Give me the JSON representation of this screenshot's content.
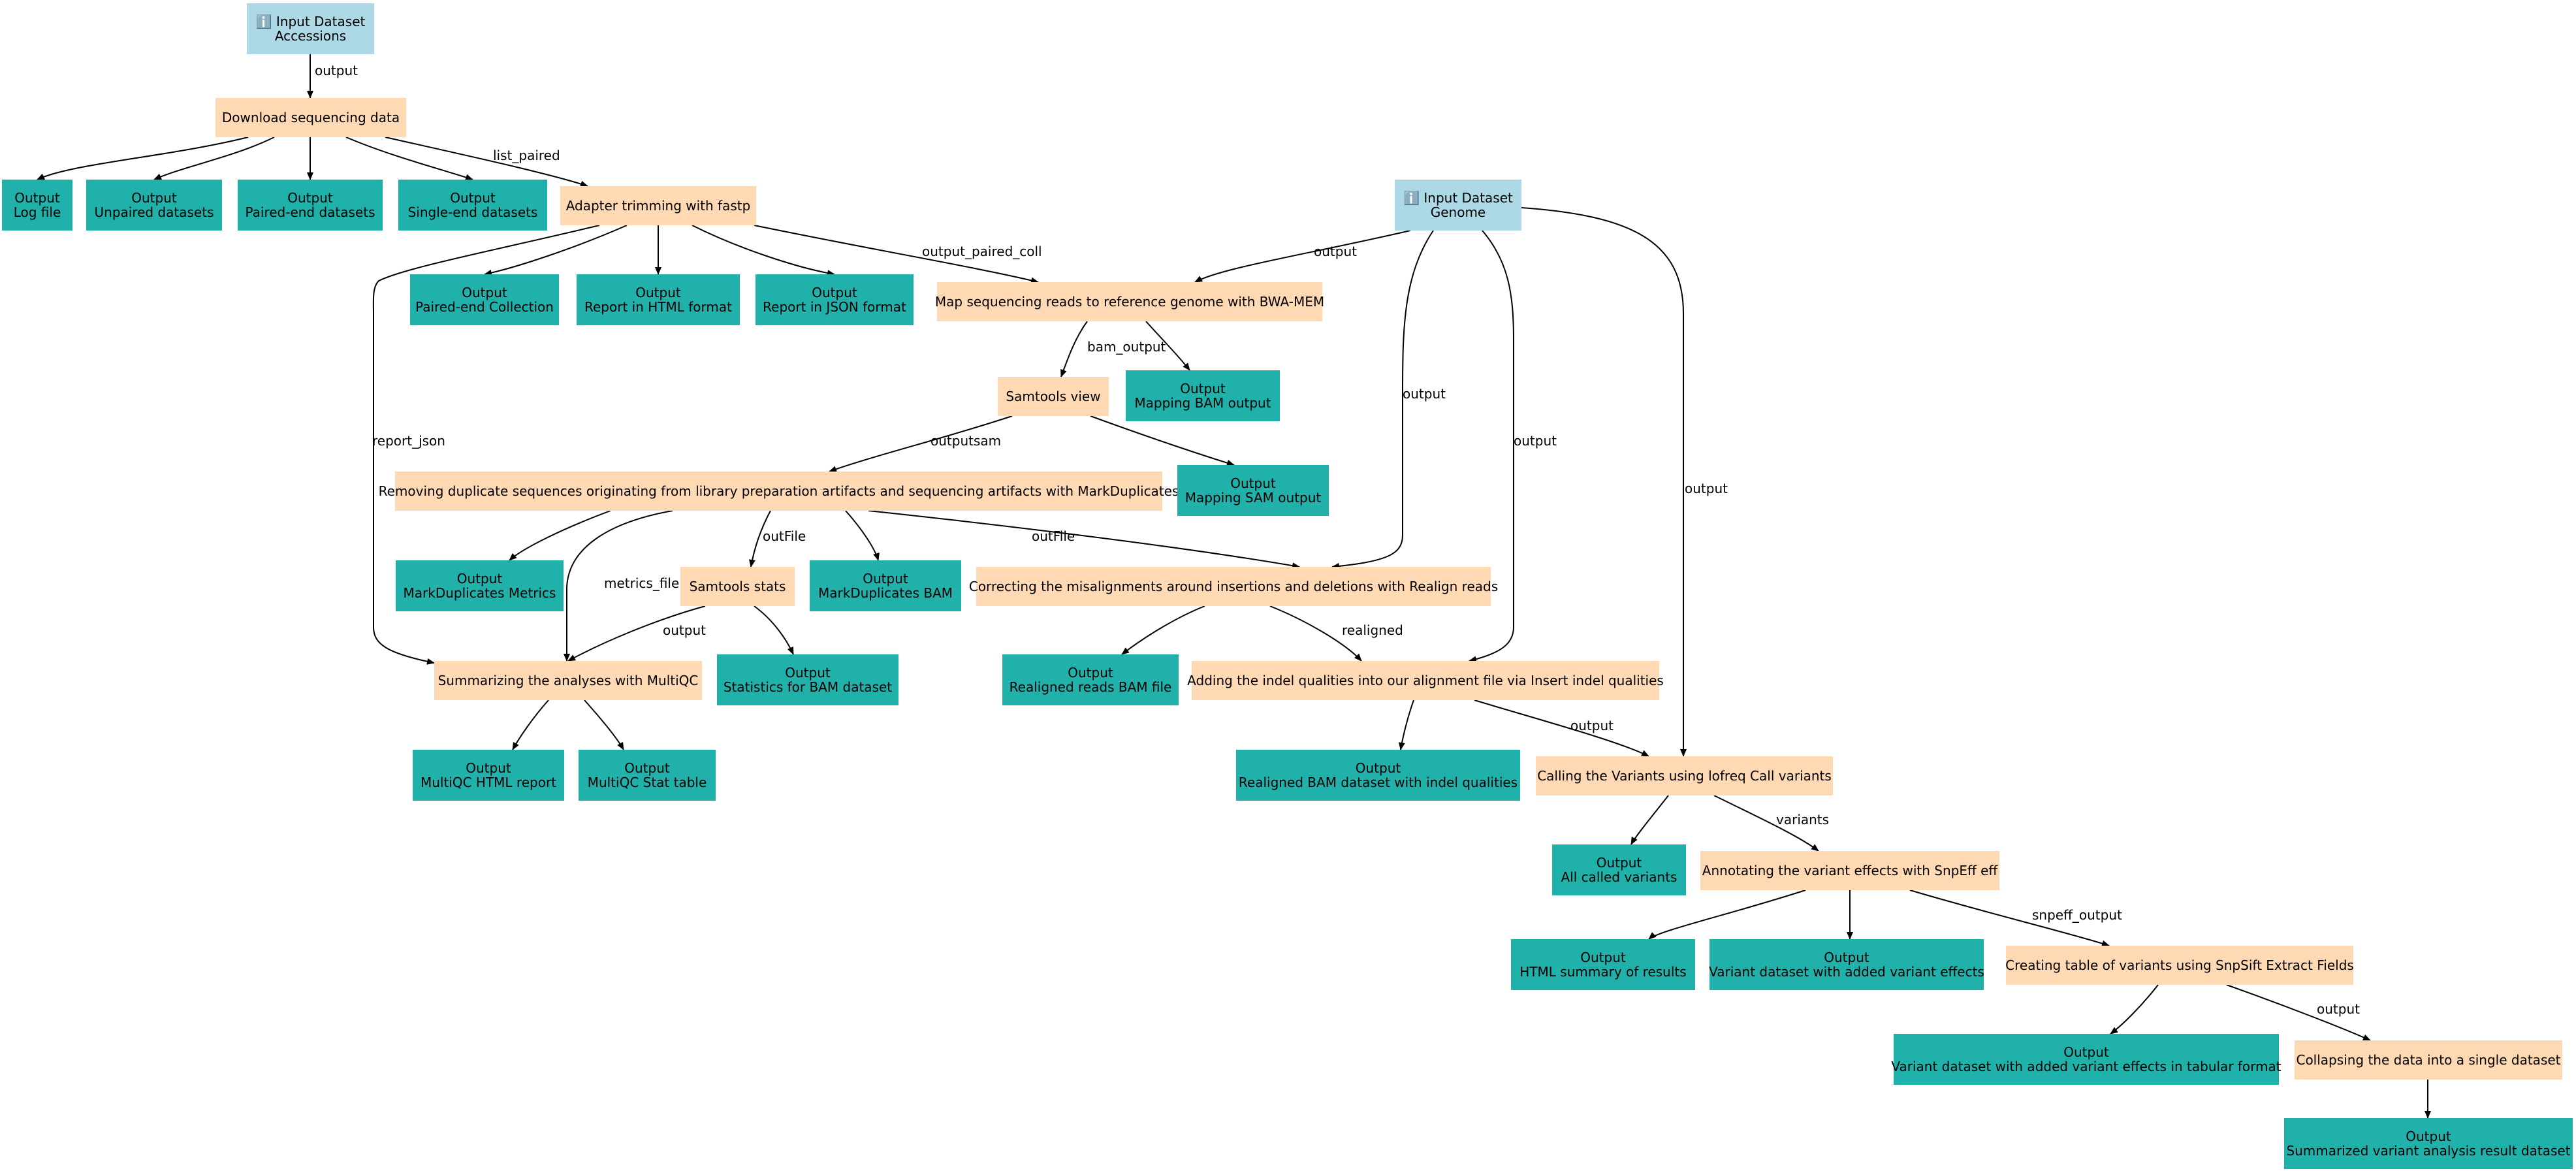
{
  "diagram": {
    "nodes": [
      {
        "id": "in_acc",
        "kind": "input",
        "lines": [
          "ℹ️ Input Dataset",
          "Accessions"
        ]
      },
      {
        "id": "download",
        "kind": "step",
        "lines": [
          "Download sequencing data"
        ]
      },
      {
        "id": "out_log",
        "kind": "output",
        "lines": [
          "Output",
          "Log file"
        ]
      },
      {
        "id": "out_unpaired",
        "kind": "output",
        "lines": [
          "Output",
          "Unpaired datasets"
        ]
      },
      {
        "id": "out_paired",
        "kind": "output",
        "lines": [
          "Output",
          "Paired-end datasets"
        ]
      },
      {
        "id": "out_single",
        "kind": "output",
        "lines": [
          "Output",
          "Single-end datasets"
        ]
      },
      {
        "id": "fastp",
        "kind": "step",
        "lines": [
          "Adapter trimming with fastp"
        ]
      },
      {
        "id": "in_genome",
        "kind": "input",
        "lines": [
          "ℹ️ Input Dataset",
          "Genome"
        ]
      },
      {
        "id": "out_pcoll",
        "kind": "output",
        "lines": [
          "Output",
          "Paired-end Collection"
        ]
      },
      {
        "id": "out_html",
        "kind": "output",
        "lines": [
          "Output",
          "Report in HTML format"
        ]
      },
      {
        "id": "out_json",
        "kind": "output",
        "lines": [
          "Output",
          "Report in JSON format"
        ]
      },
      {
        "id": "bwa",
        "kind": "step",
        "lines": [
          "Map sequencing reads to reference genome with BWA-MEM"
        ]
      },
      {
        "id": "samview",
        "kind": "step",
        "lines": [
          "Samtools view"
        ]
      },
      {
        "id": "out_mapbam",
        "kind": "output",
        "lines": [
          "Output",
          "Mapping BAM output"
        ]
      },
      {
        "id": "markdup",
        "kind": "step",
        "lines": [
          "Removing duplicate sequences originating from library preparation artifacts and sequencing artifacts with MarkDuplicates"
        ]
      },
      {
        "id": "out_mapsam",
        "kind": "output",
        "lines": [
          "Output",
          "Mapping SAM output"
        ]
      },
      {
        "id": "out_mdmetrics",
        "kind": "output",
        "lines": [
          "Output",
          "MarkDuplicates Metrics"
        ]
      },
      {
        "id": "samstats",
        "kind": "step",
        "lines": [
          "Samtools stats"
        ]
      },
      {
        "id": "out_mdbam",
        "kind": "output",
        "lines": [
          "Output",
          "MarkDuplicates BAM"
        ]
      },
      {
        "id": "realign",
        "kind": "step",
        "lines": [
          "Correcting the misalignments around insertions and deletions with Realign reads"
        ]
      },
      {
        "id": "multiqc",
        "kind": "step",
        "lines": [
          "Summarizing the analyses with MultiQC"
        ]
      },
      {
        "id": "out_stats",
        "kind": "output",
        "lines": [
          "Output",
          "Statistics for BAM dataset"
        ]
      },
      {
        "id": "out_realigned",
        "kind": "output",
        "lines": [
          "Output",
          "Realigned reads BAM file"
        ]
      },
      {
        "id": "indelq",
        "kind": "step",
        "lines": [
          "Adding the indel qualities into our alignment file via Insert indel qualities"
        ]
      },
      {
        "id": "out_mqhtml",
        "kind": "output",
        "lines": [
          "Output",
          "MultiQC HTML report"
        ]
      },
      {
        "id": "out_mqstat",
        "kind": "output",
        "lines": [
          "Output",
          "MultiQC Stat table"
        ]
      },
      {
        "id": "out_indelbam",
        "kind": "output",
        "lines": [
          "Output",
          "Realigned BAM dataset with indel qualities"
        ]
      },
      {
        "id": "lofreq",
        "kind": "step",
        "lines": [
          "Calling the Variants using lofreq Call variants"
        ]
      },
      {
        "id": "out_called",
        "kind": "output",
        "lines": [
          "Output",
          "All called variants"
        ]
      },
      {
        "id": "snpeff",
        "kind": "step",
        "lines": [
          "Annotating the variant effects with SnpEff eff"
        ]
      },
      {
        "id": "out_htmlsum",
        "kind": "output",
        "lines": [
          "Output",
          "HTML summary of results"
        ]
      },
      {
        "id": "out_varfx",
        "kind": "output",
        "lines": [
          "Output",
          "Variant dataset with added variant effects"
        ]
      },
      {
        "id": "snpsift",
        "kind": "step",
        "lines": [
          "Creating table of variants using SnpSift Extract Fields"
        ]
      },
      {
        "id": "out_tabular",
        "kind": "output",
        "lines": [
          "Output",
          "Variant dataset with added variant effects in tabular format"
        ]
      },
      {
        "id": "collapse",
        "kind": "step",
        "lines": [
          "Collapsing the data into a single dataset"
        ]
      },
      {
        "id": "out_summary",
        "kind": "output",
        "lines": [
          "Output",
          "Summarized variant analysis result dataset"
        ]
      }
    ],
    "edges": [
      {
        "from": "in_acc",
        "to": "download",
        "label": "output"
      },
      {
        "from": "download",
        "to": "out_log",
        "label": ""
      },
      {
        "from": "download",
        "to": "out_unpaired",
        "label": ""
      },
      {
        "from": "download",
        "to": "out_paired",
        "label": ""
      },
      {
        "from": "download",
        "to": "out_single",
        "label": ""
      },
      {
        "from": "download",
        "to": "fastp",
        "label": "list_paired"
      },
      {
        "from": "fastp",
        "to": "out_pcoll",
        "label": ""
      },
      {
        "from": "fastp",
        "to": "out_html",
        "label": ""
      },
      {
        "from": "fastp",
        "to": "out_json",
        "label": ""
      },
      {
        "from": "fastp",
        "to": "bwa",
        "label": "output_paired_coll"
      },
      {
        "from": "fastp",
        "to": "multiqc",
        "label": "report_json"
      },
      {
        "from": "in_genome",
        "to": "bwa",
        "label": "output"
      },
      {
        "from": "in_genome",
        "to": "realign",
        "label": "output"
      },
      {
        "from": "in_genome",
        "to": "indelq",
        "label": "output"
      },
      {
        "from": "in_genome",
        "to": "lofreq",
        "label": "output"
      },
      {
        "from": "bwa",
        "to": "samview",
        "label": "bam_output"
      },
      {
        "from": "bwa",
        "to": "out_mapbam",
        "label": ""
      },
      {
        "from": "samview",
        "to": "markdup",
        "label": "outputsam"
      },
      {
        "from": "samview",
        "to": "out_mapsam",
        "label": ""
      },
      {
        "from": "markdup",
        "to": "out_mdmetrics",
        "label": ""
      },
      {
        "from": "markdup",
        "to": "multiqc",
        "label": "metrics_file"
      },
      {
        "from": "markdup",
        "to": "samstats",
        "label": "outFile"
      },
      {
        "from": "markdup",
        "to": "out_mdbam",
        "label": ""
      },
      {
        "from": "markdup",
        "to": "realign",
        "label": "outFile"
      },
      {
        "from": "samstats",
        "to": "multiqc",
        "label": "output"
      },
      {
        "from": "samstats",
        "to": "out_stats",
        "label": ""
      },
      {
        "from": "realign",
        "to": "out_realigned",
        "label": ""
      },
      {
        "from": "realign",
        "to": "indelq",
        "label": "realigned"
      },
      {
        "from": "multiqc",
        "to": "out_mqhtml",
        "label": ""
      },
      {
        "from": "multiqc",
        "to": "out_mqstat",
        "label": ""
      },
      {
        "from": "indelq",
        "to": "out_indelbam",
        "label": ""
      },
      {
        "from": "indelq",
        "to": "lofreq",
        "label": "output"
      },
      {
        "from": "lofreq",
        "to": "out_called",
        "label": ""
      },
      {
        "from": "lofreq",
        "to": "snpeff",
        "label": "variants"
      },
      {
        "from": "snpeff",
        "to": "out_htmlsum",
        "label": ""
      },
      {
        "from": "snpeff",
        "to": "out_varfx",
        "label": ""
      },
      {
        "from": "snpeff",
        "to": "snpsift",
        "label": "snpeff_output"
      },
      {
        "from": "snpsift",
        "to": "out_tabular",
        "label": ""
      },
      {
        "from": "snpsift",
        "to": "collapse",
        "label": "output"
      },
      {
        "from": "collapse",
        "to": "out_summary",
        "label": ""
      }
    ],
    "colors": {
      "input": "#add8e6",
      "step": "#ffd9b3",
      "output": "#20b2aa",
      "edge": "#000000"
    }
  }
}
